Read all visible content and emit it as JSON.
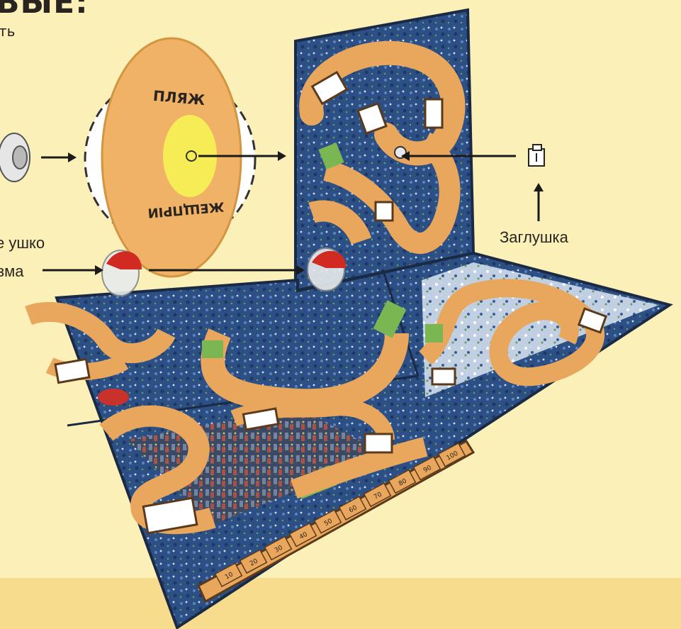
{
  "page": {
    "heading_fragment": "ВЫЕ:",
    "sub_fragment": "ть"
  },
  "labels": {
    "ear_line1": "е ушко",
    "ear_line2": "зма",
    "plug": "Заглушка"
  },
  "wheel": {
    "text_top": "ПЛЯЖ",
    "text_bottom": "ЖЕЩПРІИ"
  },
  "scoreboard": {
    "cells": [
      "10",
      "20",
      "30",
      "40",
      "50",
      "60",
      "70",
      "80",
      "90",
      "100"
    ]
  },
  "colors": {
    "background": "#fbf0b8",
    "board_water": "#2c4f86",
    "path_orange": "#e9a75d",
    "path_green": "#7ab651",
    "wheel_orange": "#efb266",
    "wheel_center": "#f6ec55"
  },
  "icons": [
    "hub-icon",
    "plug-icon",
    "arrow-right-icon",
    "arrow-up-icon",
    "spinner-clip-icon"
  ]
}
